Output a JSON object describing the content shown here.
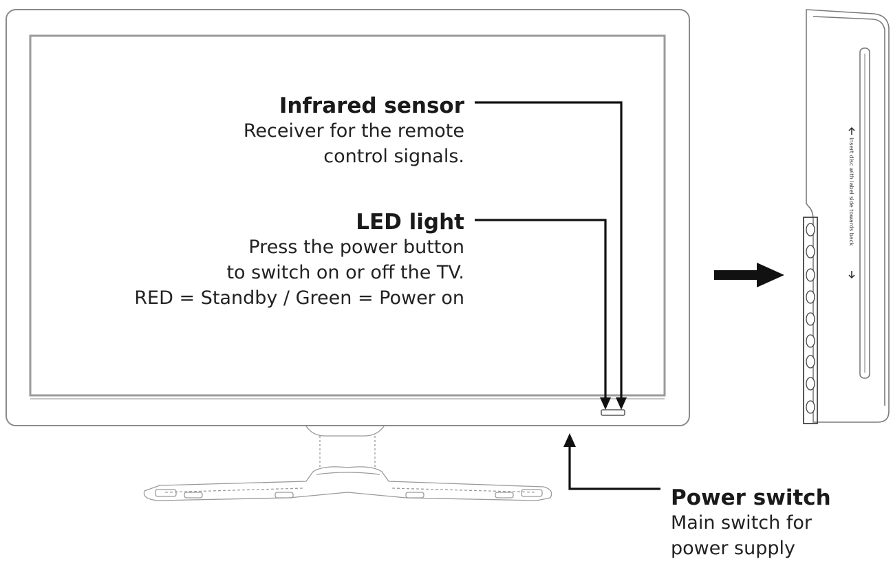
{
  "callouts": {
    "infrared": {
      "title": "Infrared sensor",
      "desc": [
        "Receiver for the remote",
        "control signals."
      ]
    },
    "led": {
      "title": "LED light",
      "desc": [
        "Press the power button",
        "to switch on or off the TV.",
        "RED = Standby / Green = Power on"
      ]
    },
    "power": {
      "title": "Power switch",
      "desc": [
        "Main switch for",
        "power supply"
      ]
    }
  },
  "side_panel": {
    "slot_text": "Insert disc with label side towards back"
  },
  "colors": {
    "line": "#111111",
    "outline": "#7a7a7a",
    "frame_bg": "#ffffff"
  }
}
